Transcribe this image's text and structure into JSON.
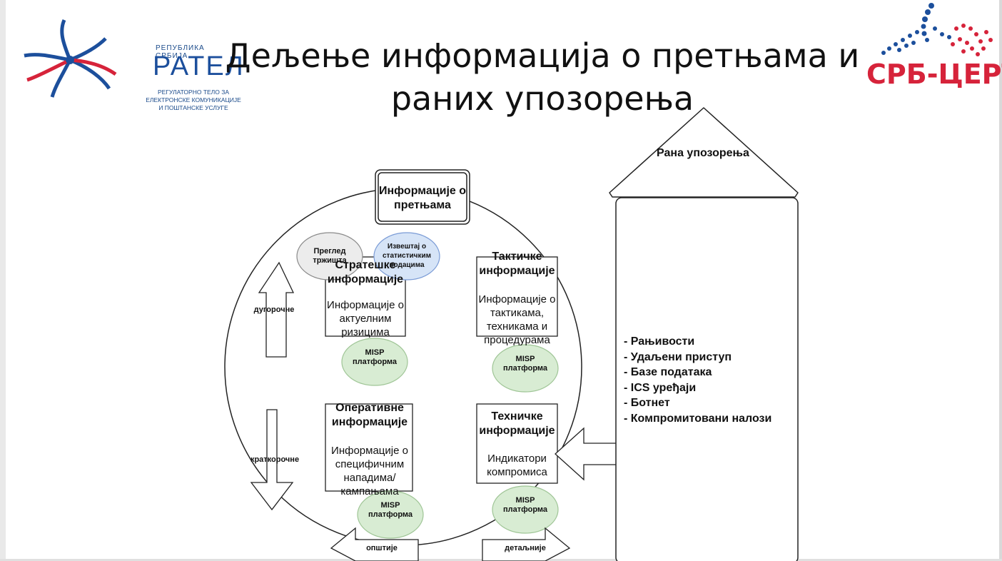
{
  "title": "Дељење информација о претњама и раних упозорења",
  "logo_left": {
    "top_line": "РЕПУБЛИКА СРБИЈА",
    "name": "РАТЕЛ",
    "subtitle_lines": [
      "РЕГУЛАТОРНО ТЕЛО ЗА",
      "ЕЛЕКТРОНСКЕ КОМУНИКАЦИЈЕ",
      "И ПОШТАНСКЕ УСЛУГЕ"
    ]
  },
  "logo_right": {
    "name": "СРБ-ЦЕРТ"
  },
  "diagram": {
    "center_box": "Информације о претњама",
    "early_warning": "Рана упозорења",
    "warning_items": [
      "- Рањивости",
      "- Удаљени приступ",
      "- Базе података",
      "- ICS уређаји",
      "- Ботнет",
      "- Компромитовани налози"
    ],
    "market_review": "Преглед тржишта",
    "stats_report": "Извештај о статистичким подацима",
    "strategic": {
      "title": "Стратешке информације",
      "body": "Информације о актуелним ризицима"
    },
    "tactical": {
      "title": "Тактичке информације",
      "body": "Информације о тактикама, техникама и процедурама"
    },
    "operational": {
      "title": "Оперативне информације",
      "body": "Информације о специфичним нападима/ кампањама"
    },
    "technical": {
      "title": "Техничке информације",
      "body": "Индикатори компромиса"
    },
    "misp": "MISP платформа",
    "long_term": "дугорочне",
    "short_term": "краткорочне",
    "general": "општије",
    "detailed": "детаљније"
  },
  "colors": {
    "title_text": "#111111",
    "ratel_blue": "#1c4f9c",
    "ratel_red": "#d6233a",
    "misp_fill": "#d8ecd3",
    "misp_stroke": "#9fc596",
    "market_fill": "#ececec",
    "stats_fill": "#d6e4f7",
    "stats_stroke": "#7a9bd6"
  }
}
